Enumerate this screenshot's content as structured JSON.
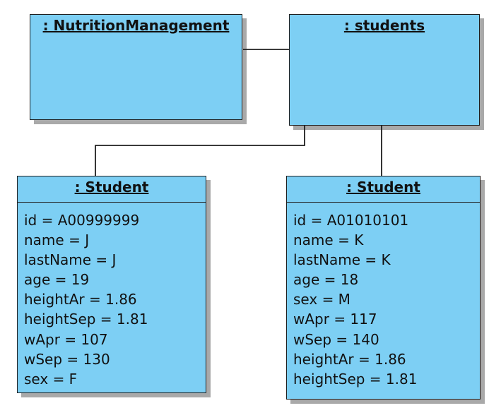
{
  "colors": {
    "fill": "#7dcff4",
    "stroke": "#1f1f1f",
    "shadow": "#a9a9a9"
  },
  "objects": [
    {
      "title": ": NutritionManagement",
      "attributes": []
    },
    {
      "title": ": students",
      "attributes": []
    },
    {
      "title": ": Student",
      "attributes": [
        "id = A00999999",
        "name = J",
        "lastName = J",
        "age = 19",
        "heightAr = 1.86",
        "heightSep = 1.81",
        "wApr = 107",
        "wSep = 130",
        "sex = F"
      ]
    },
    {
      "title": ": Student",
      "attributes": [
        "id = A01010101",
        "name = K",
        "lastName = K",
        "age = 18",
        "sex = M",
        "wApr = 117",
        "wSep = 140",
        "heightAr = 1.86",
        "heightSep = 1.81"
      ]
    }
  ]
}
